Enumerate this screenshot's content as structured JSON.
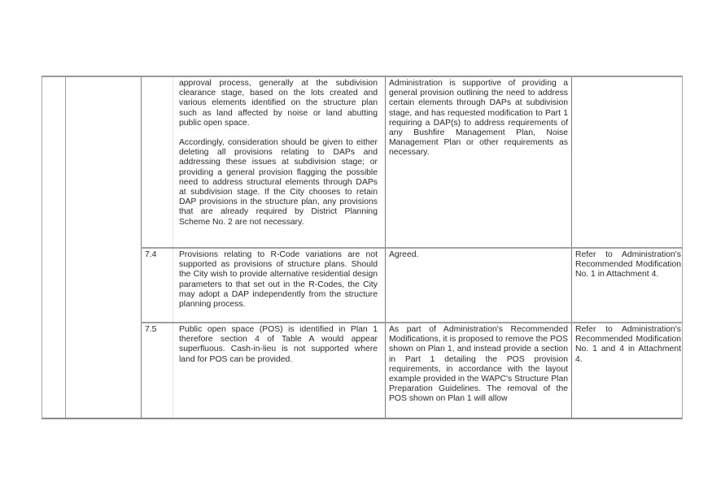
{
  "table": {
    "rows": [
      {
        "number": "",
        "comment_paragraphs": [
          "approval process, generally at the subdivision clearance stage, based on the lots created and various elements identified on the structure plan such as land affected by noise or land abutting public open space.",
          "Accordingly, consideration should be given to either deleting all provisions relating to DAPs and addressing these issues at subdivision stage; or providing a general provision flagging the possible need to address structural elements through DAPs at subdivision stage. If the City chooses to retain DAP provisions in the structure plan, any provisions that are already required by District Planning Scheme No. 2 are not necessary."
        ],
        "response": "Administration is supportive of providing a general provision outlining the need to address certain elements through DAPs at subdivision stage, and has requested modification to Part 1 requiring a DAP(s) to address requirements of any Bushfire Management Plan, Noise Management Plan or other requirements as necessary.",
        "recommendation": ""
      },
      {
        "number": "7.4",
        "comment_paragraphs": [
          "Provisions relating to R-Code variations are not supported as provisions of structure plans. Should the City wish to provide alternative residential design parameters to that set out in the R-Codes, the City may adopt a DAP independently from the structure planning process."
        ],
        "response": "Agreed.",
        "recommendation": "Refer to Administration's Recommended Modification No. 1 in Attachment 4."
      },
      {
        "number": "7.5",
        "comment_paragraphs": [
          "Public open space (POS) is identified in Plan 1 therefore section 4 of Table A would appear superfluous. Cash-in-lieu is not supported where land for POS can be provided."
        ],
        "response": "As part of Administration's Recommended Modifications, it is proposed to remove the POS shown on Plan 1, and instead provide a section in Part 1 detailing the POS provision requirements, in accordance with the layout example provided in the WAPC's Structure Plan Preparation Guidelines. The removal of the POS shown on Plan 1 will allow",
        "recommendation": "Refer to Administration's Recommended Modification No. 1 and 4 in Attachment 4."
      }
    ]
  }
}
